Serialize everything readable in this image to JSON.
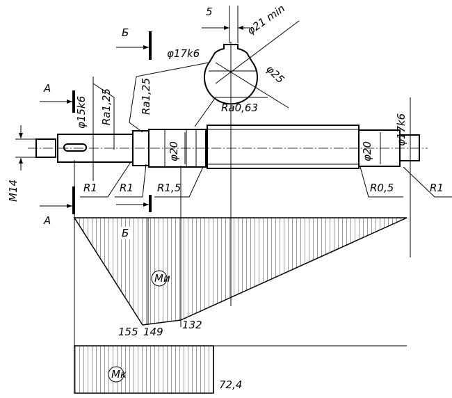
{
  "section": {
    "key_width": "5",
    "min_dia": "φ21 min",
    "outer_dia": "φ25",
    "label": "Б"
  },
  "shaft": {
    "dia_left_bearing": "φ17k6",
    "dia_input": "φ15k6",
    "dia_right": "φ17k6",
    "dia_collar": "φ20",
    "dia_right_collar": "φ20",
    "thread": "M14",
    "rough_1": "Ra1,25",
    "rough_2": "Ra1,25",
    "rough_3": "Ra0,63",
    "radii": [
      "R1",
      "R1",
      "R1,5",
      "R0,5",
      "R1"
    ]
  },
  "cuts": {
    "a_top": "A",
    "a_bottom": "A",
    "b_top": "Б",
    "b_bottom": "Б"
  },
  "bending": {
    "label": "Mи",
    "values": [
      "155",
      "149",
      "132"
    ]
  },
  "torque": {
    "label": "Mк",
    "value": "72,4"
  }
}
